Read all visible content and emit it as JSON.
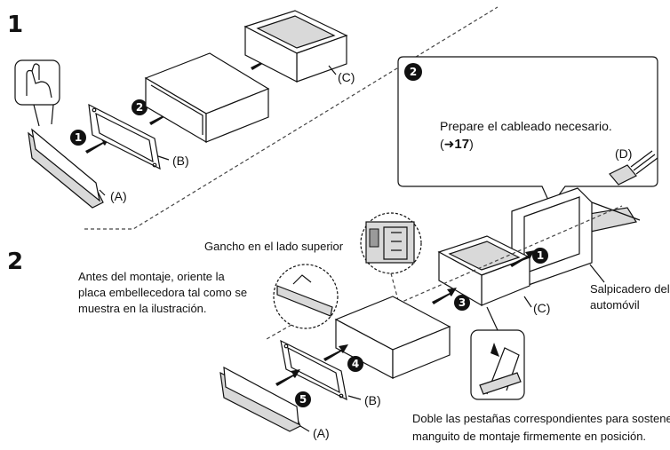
{
  "steps": {
    "step1_number": "1",
    "step2_number": "2"
  },
  "badges": {
    "b1": "1",
    "b2": "2",
    "b3": "3",
    "b4": "4",
    "b5": "5"
  },
  "part_labels": {
    "a": "(A)",
    "b": "(B)",
    "c": "(C)",
    "d": "(D)"
  },
  "callout": {
    "badge": "2",
    "line1": "Prepare el cableado necesario.",
    "ref_arrow": "(➜",
    "ref_number": "17",
    "ref_close": ")"
  },
  "texts": {
    "hook_label": "Gancho en el lado superior",
    "orient_line1": "Antes del montaje, oriente la",
    "orient_line2": "placa embellecedora tal como se",
    "orient_line3": "muestra en la ilustración.",
    "dashboard_line1": "Salpicadero del",
    "dashboard_line2": "automóvil",
    "tabs_line1": "Doble las pestañas correspondientes para sostener el",
    "tabs_line2": "manguito de montaje firmemente en posición."
  },
  "colors": {
    "ink": "#111111",
    "background": "#ffffff",
    "shade": "#d9d9d9"
  }
}
